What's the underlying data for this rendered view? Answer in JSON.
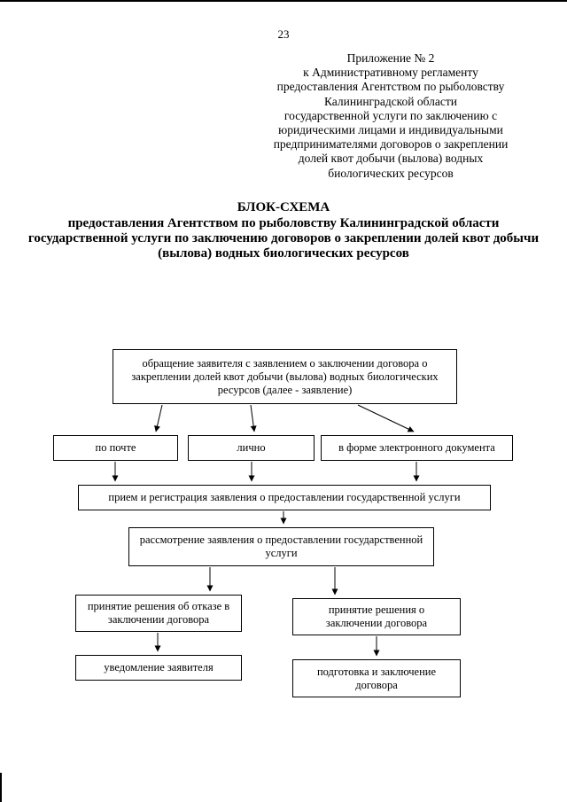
{
  "page": {
    "number": "23"
  },
  "header": {
    "lines": [
      "Приложение № 2",
      "к Административному регламенту",
      "предоставления Агентством по рыболовству",
      "Калининградской области",
      "государственной услуги по заключению с",
      "юридическими лицами и индивидуальными",
      "предпринимателями договоров о закреплении",
      "долей квот добычи (вылова) водных",
      "биологических ресурсов"
    ]
  },
  "title": {
    "heading": "БЛОК-СХЕМА",
    "subtitle": "предоставления Агентством по рыболовству Калининградской области государственной услуги по заключению договоров о закреплении долей квот добычи (вылова) водных биологических ресурсов"
  },
  "flowchart": {
    "nodes": {
      "application": "обращение заявителя с заявлением о заключении договора о закреплении долей квот добычи (вылова) водных биологических ресурсов (далее - заявление)",
      "by_mail": "по почте",
      "in_person": "лично",
      "electronic": "в форме электронного документа",
      "reception": "прием и регистрация заявления о предоставлении государственной услуги",
      "review": "рассмотрение заявления о предоставлении государственной услуги",
      "refusal": "принятие решения об отказе в заключении договора",
      "approval": "принятие решения о заключении договора",
      "notification": "уведомление заявителя",
      "contract": "подготовка и заключение договора"
    }
  }
}
